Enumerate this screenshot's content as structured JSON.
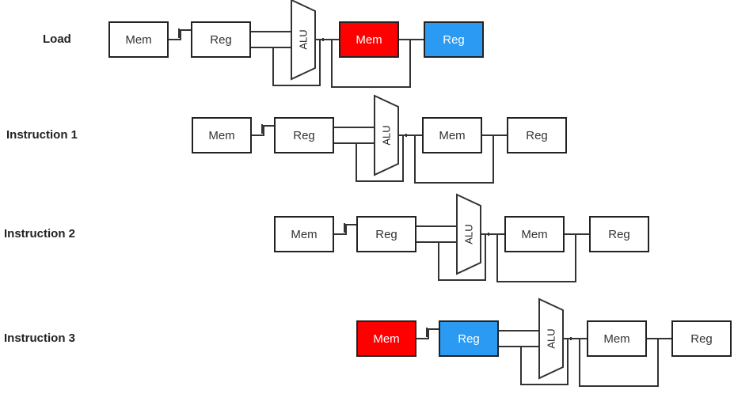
{
  "colors": {
    "box_fill": "#ffffff",
    "box_stroke": "#222222",
    "mem_highlight": "#ff0000",
    "reg_highlight": "#2b9af3"
  },
  "rows": [
    {
      "label": "Load",
      "stages": [
        {
          "label": "Mem",
          "highlight": null
        },
        {
          "label": "Reg",
          "highlight": null
        },
        {
          "label": "ALU",
          "highlight": null
        },
        {
          "label": "Mem",
          "highlight": "mem_highlight"
        },
        {
          "label": "Reg",
          "highlight": "reg_highlight"
        }
      ]
    },
    {
      "label": "Instruction 1",
      "stages": [
        {
          "label": "Mem",
          "highlight": null
        },
        {
          "label": "Reg",
          "highlight": null
        },
        {
          "label": "ALU",
          "highlight": null
        },
        {
          "label": "Mem",
          "highlight": null
        },
        {
          "label": "Reg",
          "highlight": null
        }
      ]
    },
    {
      "label": "Instruction 2",
      "stages": [
        {
          "label": "Mem",
          "highlight": null
        },
        {
          "label": "Reg",
          "highlight": null
        },
        {
          "label": "ALU",
          "highlight": null
        },
        {
          "label": "Mem",
          "highlight": null
        },
        {
          "label": "Reg",
          "highlight": null
        }
      ]
    },
    {
      "label": "Instruction 3",
      "stages": [
        {
          "label": "Mem",
          "highlight": "mem_highlight"
        },
        {
          "label": "Reg",
          "highlight": "reg_highlight"
        },
        {
          "label": "ALU",
          "highlight": null
        },
        {
          "label": "Mem",
          "highlight": null
        },
        {
          "label": "Reg",
          "highlight": null
        }
      ]
    }
  ]
}
